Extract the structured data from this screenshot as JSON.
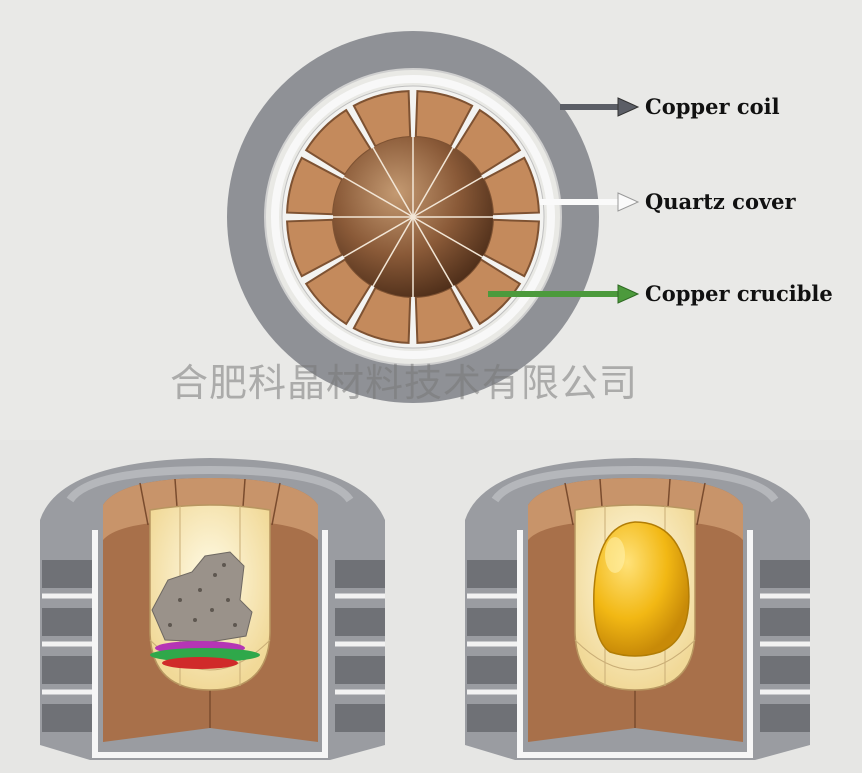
{
  "labels": {
    "copper_coil": "Copper coil",
    "quartz_cover": "Quartz cover",
    "copper_crucible": "Copper crucible"
  },
  "watermark": "合肥科晶材料技术有限公司",
  "colors": {
    "coil": "#8f9196",
    "copper_segment": "#c48a5c",
    "arrow_coil": "#5b5e66",
    "arrow_quartz": "#f4f4f4",
    "arrow_crucible": "#4c9a3c",
    "melt": "#f2b814",
    "charge_pieces": "#9a928a"
  }
}
